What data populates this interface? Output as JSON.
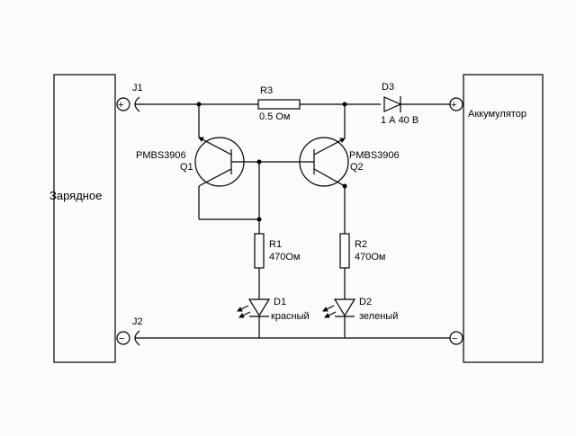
{
  "charger": {
    "label": "Зарядное"
  },
  "battery": {
    "label": "Аккумулятор"
  },
  "connectors": {
    "j1": {
      "ref": "J1",
      "polarity": "+"
    },
    "j2": {
      "ref": "J2",
      "polarity": "−"
    },
    "bat_plus": "+",
    "bat_minus": "−"
  },
  "components": {
    "r3": {
      "ref": "R3",
      "value": "0.5 Ом"
    },
    "d3": {
      "ref": "D3",
      "value": "1 А 40 В"
    },
    "q1": {
      "ref": "Q1",
      "part": "PMBS3906"
    },
    "q2": {
      "ref": "Q2",
      "part": "PMBS3906"
    },
    "r1": {
      "ref": "R1",
      "value": "470Ом"
    },
    "r2": {
      "ref": "R2",
      "value": "470Ом"
    },
    "d1": {
      "ref": "D1",
      "value": "красный"
    },
    "d2": {
      "ref": "D2",
      "value": "зеленый"
    }
  },
  "colors": {
    "background": "#fbfbfb",
    "ink": "#000000"
  }
}
